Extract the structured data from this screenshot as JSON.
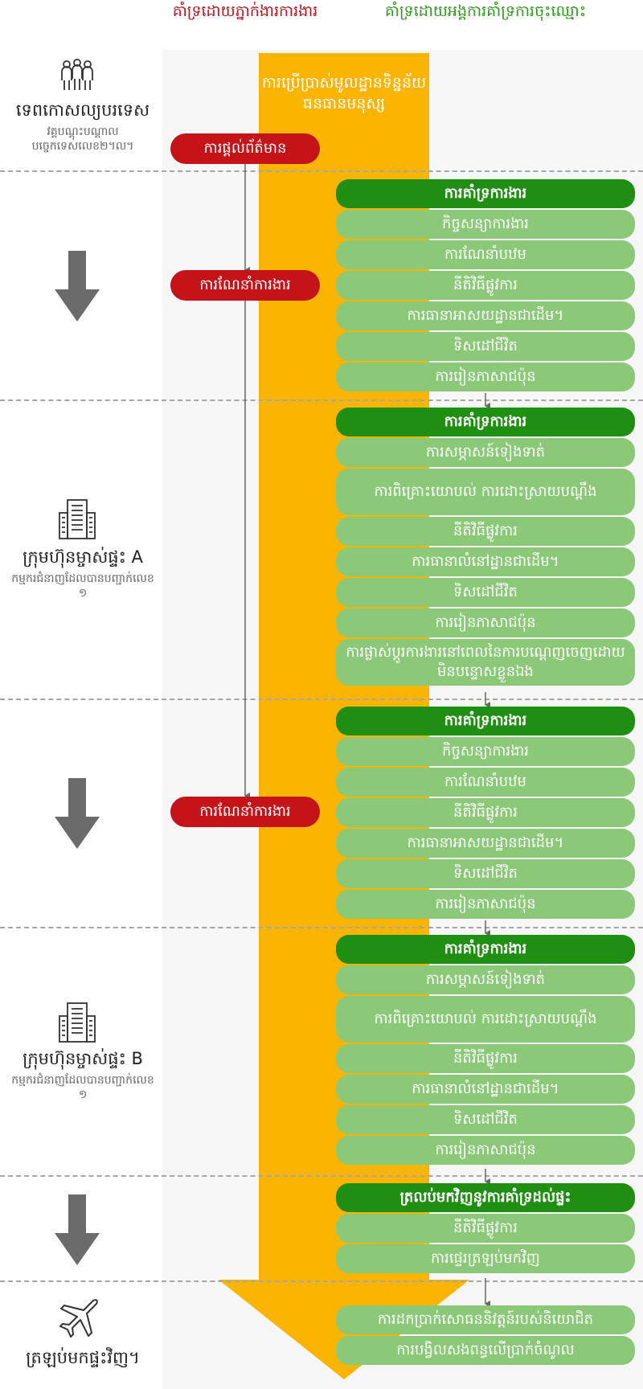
{
  "headers": {
    "left": "គាំទ្រដោយភ្នាក់ងារការងារ",
    "right": "គាំទ្រដោយអង្គការគាំទ្រការចុះឈ្មោះ"
  },
  "center_arrow": {
    "title": "ការប្រើប្រាស់មូលដ្ឋានទិន្នន័យធនធានមនុស្ស"
  },
  "stages": [
    {
      "title": "ទេពកោសល្យបរទេស",
      "sub": "វគ្គបណ្តុះបណ្តាលបច្ចេកទេសលេខ២។ល។",
      "icon": "people-icon"
    },
    {
      "title": "ក្រុមហ៊ុនម្ចាស់ផ្ទះ A",
      "sub": "កម្មករជំនាញដែលបានបញ្ជាក់លេខ ១",
      "icon": "building-icon"
    },
    {
      "title": "ក្រុមហ៊ុនម្ចាស់ផ្ទះ B",
      "sub": "កម្មករជំនាញដែលបានបញ្ជាក់លេខ ១",
      "icon": "building-icon"
    },
    {
      "title": "ត្រឡប់មកផ្ទះវិញ។",
      "icon": "airplane-icon"
    }
  ],
  "red_pills": [
    "ការផ្តល់ព័ត៌មាន",
    "ការណែនាំការងារ",
    "ការណែនាំការងារ"
  ],
  "green_groups": [
    {
      "header": "ការគាំទ្រការងារ",
      "items": [
        "កិច្ចសន្យាការងារ",
        "ការណែនាំបឋម",
        "នីតិវិធីផ្លូវការ",
        "ការធានាអាសយដ្ឋានជាដើម។",
        "ទិសដៅជីវិត",
        "ការរៀនភាសាជប៉ុន"
      ]
    },
    {
      "header": "ការគាំទ្រការងារ",
      "items": [
        "ការសម្ភាសន៍ទៀងទាត់",
        "ការពិគ្រោះយោបល់ ការដោះស្រាយបណ្តឹង",
        "នីតិវិធីផ្លូវការ",
        "ការធានាលំនៅដ្ឋានជាដើម។",
        "ទិសដៅជីវិត",
        "ការរៀនភាសាជប៉ុន",
        "ការផ្លាស់ប្តូរការងារនៅពេលនៃការបណ្តេញចេញដោយមិនបន្ទោសខ្លួនឯង"
      ]
    },
    {
      "header": "ការគាំទ្រការងារ",
      "items": [
        "កិច្ចសន្យាការងារ",
        "ការណែនាំបឋម",
        "នីតិវិធីផ្លូវការ",
        "ការធានាអាសយដ្ឋានជាដើម។",
        "ទិសដៅជីវិត",
        "ការរៀនភាសាជប៉ុន"
      ]
    },
    {
      "header": "ការគាំទ្រការងារ",
      "items": [
        "ការសម្ភាសន៍ទៀងទាត់",
        "ការពិគ្រោះយោបល់ ការដោះស្រាយបណ្តឹង",
        "នីតិវិធីផ្លូវការ",
        "ការធានាលំនៅដ្ឋានជាដើម។",
        "ទិសដៅជីវិត",
        "ការរៀនភាសាជប៉ុន"
      ]
    },
    {
      "header": "ត្រលប់មកវិញនូវការគាំទ្រដល់ផ្ទះ",
      "items": [
        "នីតិវិធីផ្លូវការ",
        "ការផ្ទេរត្រឡប់មកវិញ"
      ]
    },
    {
      "items": [
        "ការដកប្រាក់សោធននិវត្តន៍របស់និយោជិត",
        "ការបង្វិលសងពន្ធលើប្រាក់ចំណូល"
      ]
    }
  ],
  "colors": {
    "red": "#c41319",
    "dark_green": "#1f8f12",
    "light_green": "#8bc878",
    "orange": "#fbb400",
    "gray_arrow": "#6b6b6b"
  }
}
